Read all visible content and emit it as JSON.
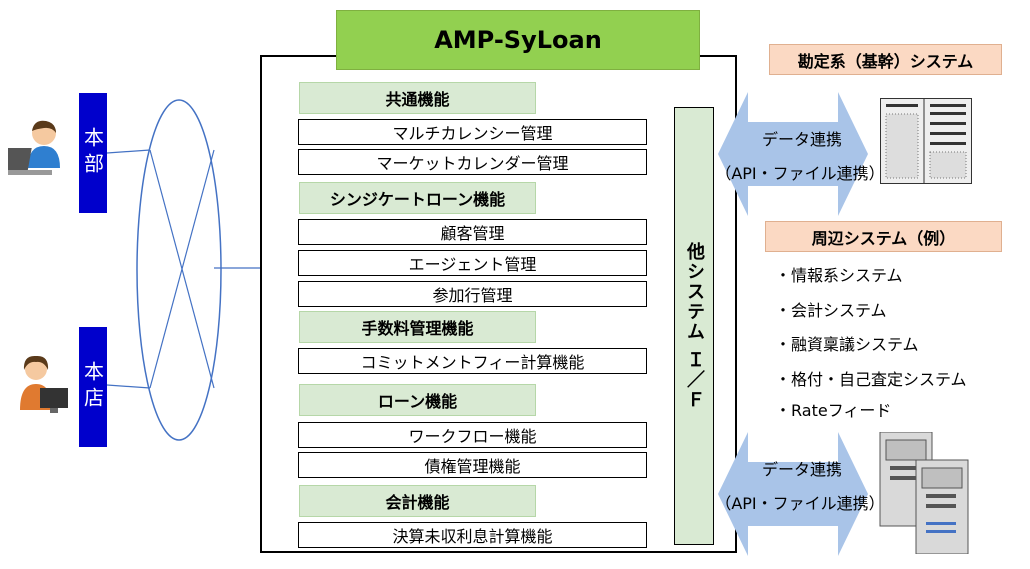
{
  "title": "AMP-SyLoan",
  "locations": [
    {
      "label": "本部"
    },
    {
      "label": "本店"
    }
  ],
  "categories": [
    {
      "label": "共通機能",
      "items": [
        "マルチカレンシー管理",
        "マーケットカレンダー管理"
      ]
    },
    {
      "label": "シンジケートローン機能",
      "items": [
        "顧客管理",
        "エージェント管理",
        "参加行管理"
      ]
    },
    {
      "label": "手数料管理機能",
      "items": [
        "コミットメントフィー計算機能"
      ]
    },
    {
      "label": "ローン機能",
      "items": [
        "ワークフロー機能",
        "債権管理機能"
      ]
    },
    {
      "label": "会計機能",
      "items": [
        "決算未収利息計算機能"
      ]
    }
  ],
  "interface_label": "他システム Ｉ／Ｆ",
  "core_system_label": "勘定系（基幹）システム",
  "peripheral_label": "周辺システム（例）",
  "peripheral_items": [
    "・情報系システム",
    "・会計システム",
    "・融資稟議システム",
    "・格付・自己査定システム",
    "・Rateフィード"
  ],
  "arrow_top": {
    "line1": "データ連携",
    "line2": "（API・ファイル連携）"
  },
  "arrow_bottom": {
    "line1": "データ連携",
    "line2": "（API・ファイル連携）"
  },
  "colors": {
    "title_bg": "#92d050",
    "category_bg": "#d9ead3",
    "location_bg": "#0000cc",
    "system_label_bg": "#fbd9c3",
    "arrow": "#a9c4e8"
  }
}
